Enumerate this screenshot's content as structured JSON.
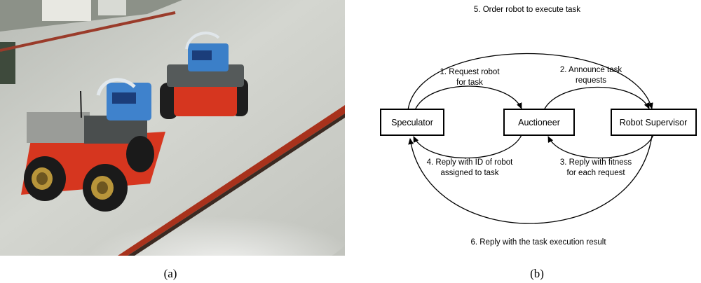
{
  "panels": {
    "a": {
      "caption": "(a)"
    },
    "b": {
      "caption": "(b)"
    }
  },
  "diagram": {
    "nodes": {
      "speculator": "Speculator",
      "auctioneer": "Auctioneer",
      "robot_supervisor": "Robot Supervisor"
    },
    "edges": {
      "e1": {
        "line1": "1. Request robot",
        "line2": "for task"
      },
      "e2": {
        "line1": "2. Announce task",
        "line2": "requests"
      },
      "e3": {
        "line1": "3. Reply with fitness",
        "line2": "for each request"
      },
      "e4": {
        "line1": "4. Reply with ID of robot",
        "line2": "assigned to task"
      },
      "e5": {
        "line1": "5. Order robot to execute task"
      },
      "e6": {
        "line1": "6. Reply with the task execution result"
      }
    }
  }
}
